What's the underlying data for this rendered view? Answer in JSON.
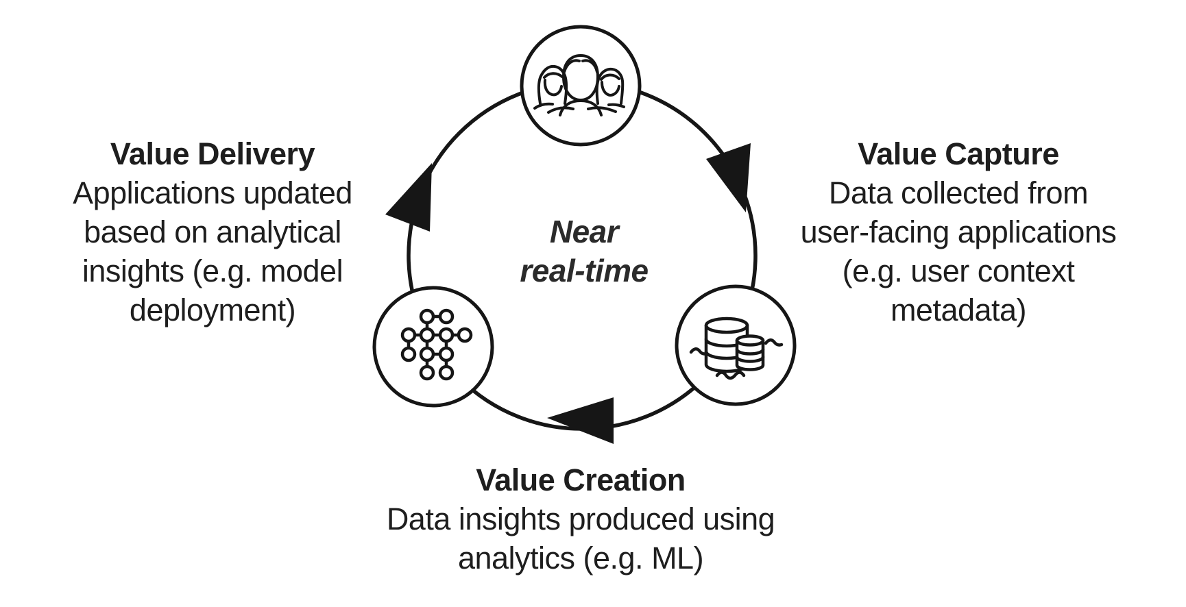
{
  "diagram": {
    "type": "cycle",
    "direction": "clockwise",
    "center_label": {
      "lines": [
        "Near",
        "real-time"
      ]
    },
    "nodes": [
      {
        "id": "users",
        "icon": "users-icon",
        "position": "top"
      },
      {
        "id": "data-store",
        "icon": "database-icon",
        "position": "right"
      },
      {
        "id": "analytics-model",
        "icon": "network-graph-icon",
        "position": "left"
      }
    ],
    "labels": {
      "delivery": {
        "title": "Value Delivery",
        "lines": [
          "Applications updated",
          "based on analytical",
          "insights (e.g. model",
          "deployment)"
        ]
      },
      "capture": {
        "title": "Value Capture",
        "lines": [
          "Data collected from",
          "user-facing applications",
          "(e.g. user context",
          "metadata)"
        ]
      },
      "creation": {
        "title": "Value Creation",
        "lines": [
          "Data insights produced using",
          "analytics (e.g. ML)"
        ]
      }
    },
    "colors": {
      "ink": "#161616",
      "text": "#1e1e1e",
      "background": "#ffffff"
    }
  }
}
